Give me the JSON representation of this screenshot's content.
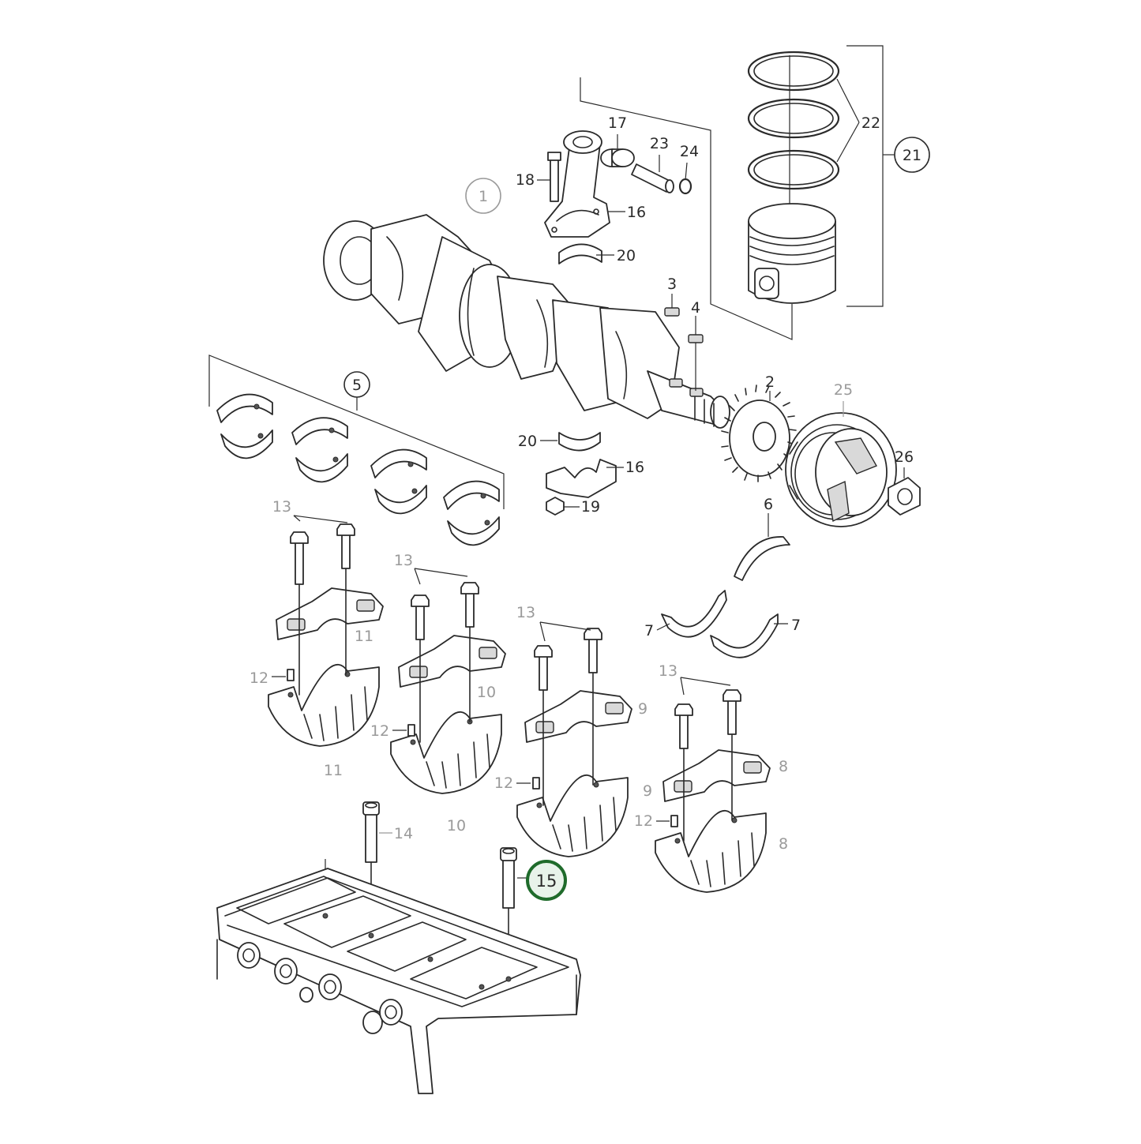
{
  "diagram": {
    "highlight_color": "#1f6b2b",
    "highlight_fill": "#e8f3ea",
    "parts": {
      "p1": "1",
      "p2": "2",
      "p3": "3",
      "p4": "4",
      "p5": "5",
      "p6": "6",
      "p7": "7",
      "p8": "8",
      "p9": "9",
      "p10": "10",
      "p11": "11",
      "p12": "12",
      "p13": "13",
      "p14": "14",
      "p15": "15",
      "p16": "16",
      "p17": "17",
      "p18": "18",
      "p19": "19",
      "p20": "20",
      "p21": "21",
      "p22": "22",
      "p23": "23",
      "p24": "24",
      "p25": "25",
      "p26": "26"
    },
    "highlighted_part": "15"
  }
}
